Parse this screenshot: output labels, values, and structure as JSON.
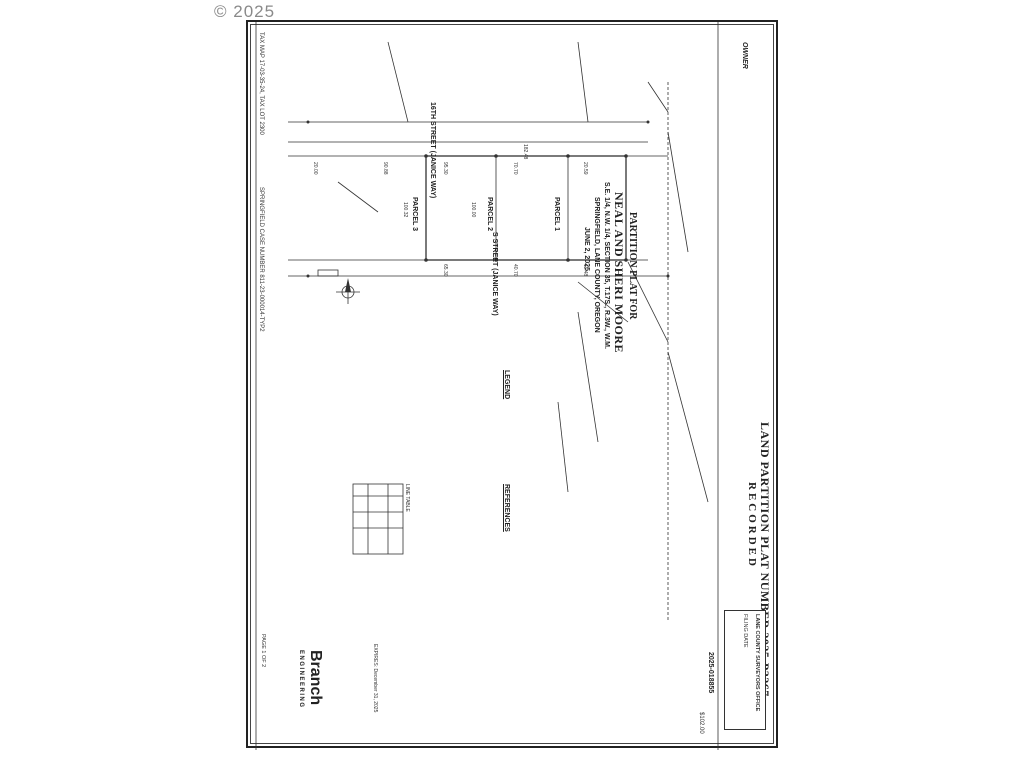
{
  "watermark": "© 2025",
  "plat": {
    "title": "PARTITION PLAT FOR",
    "owners": "NEAL AND SHERI MOORE",
    "location_1": "S.E. 1/4, N.W. 1/4, SECTION 35, T.17S., R.3W., W.M.",
    "location_2": "SPRINGFIELD, LANE COUNTY, OREGON",
    "date": "JUNE 2, 2025",
    "number_label": "LAND PARTITION PLAT NUMBER 2025-P3267",
    "recorded": "RECORDED",
    "tax_map": "TAX MAP 17-03-35-24, TAX LOT 2300",
    "case_number": "SPRINGFIELD CASE NUMBER 811-23-000014-TYP2",
    "street_16th": "16TH STREET (JANICE WAY)",
    "street_s": "S STREET (JANICE WAY)",
    "owner_label": "OWNER",
    "parcel_1": "PARCEL 1",
    "parcel_2": "PARCEL 2",
    "parcel_3": "PARCEL 3",
    "legend_title": "LEGEND",
    "references_title": "REFERENCES",
    "line_table_title": "LINE TABLE",
    "surveyor_office": "LANE COUNTY SURVEYORS OFFICE",
    "filing_date": "FILING DATE",
    "recording_number": "2025-018855",
    "fee": "$102.00",
    "company": "Branch",
    "company_sub": "ENGINEERING",
    "page": "PAGE 1 OF 2",
    "expires": "EXPIRES: December 31, 2025",
    "dims": [
      "95.30",
      "70.70",
      "20.59",
      "90.88",
      "182.48",
      "65.30",
      "40.70",
      "11.48",
      "100.00",
      "100.32",
      "20.00"
    ]
  }
}
